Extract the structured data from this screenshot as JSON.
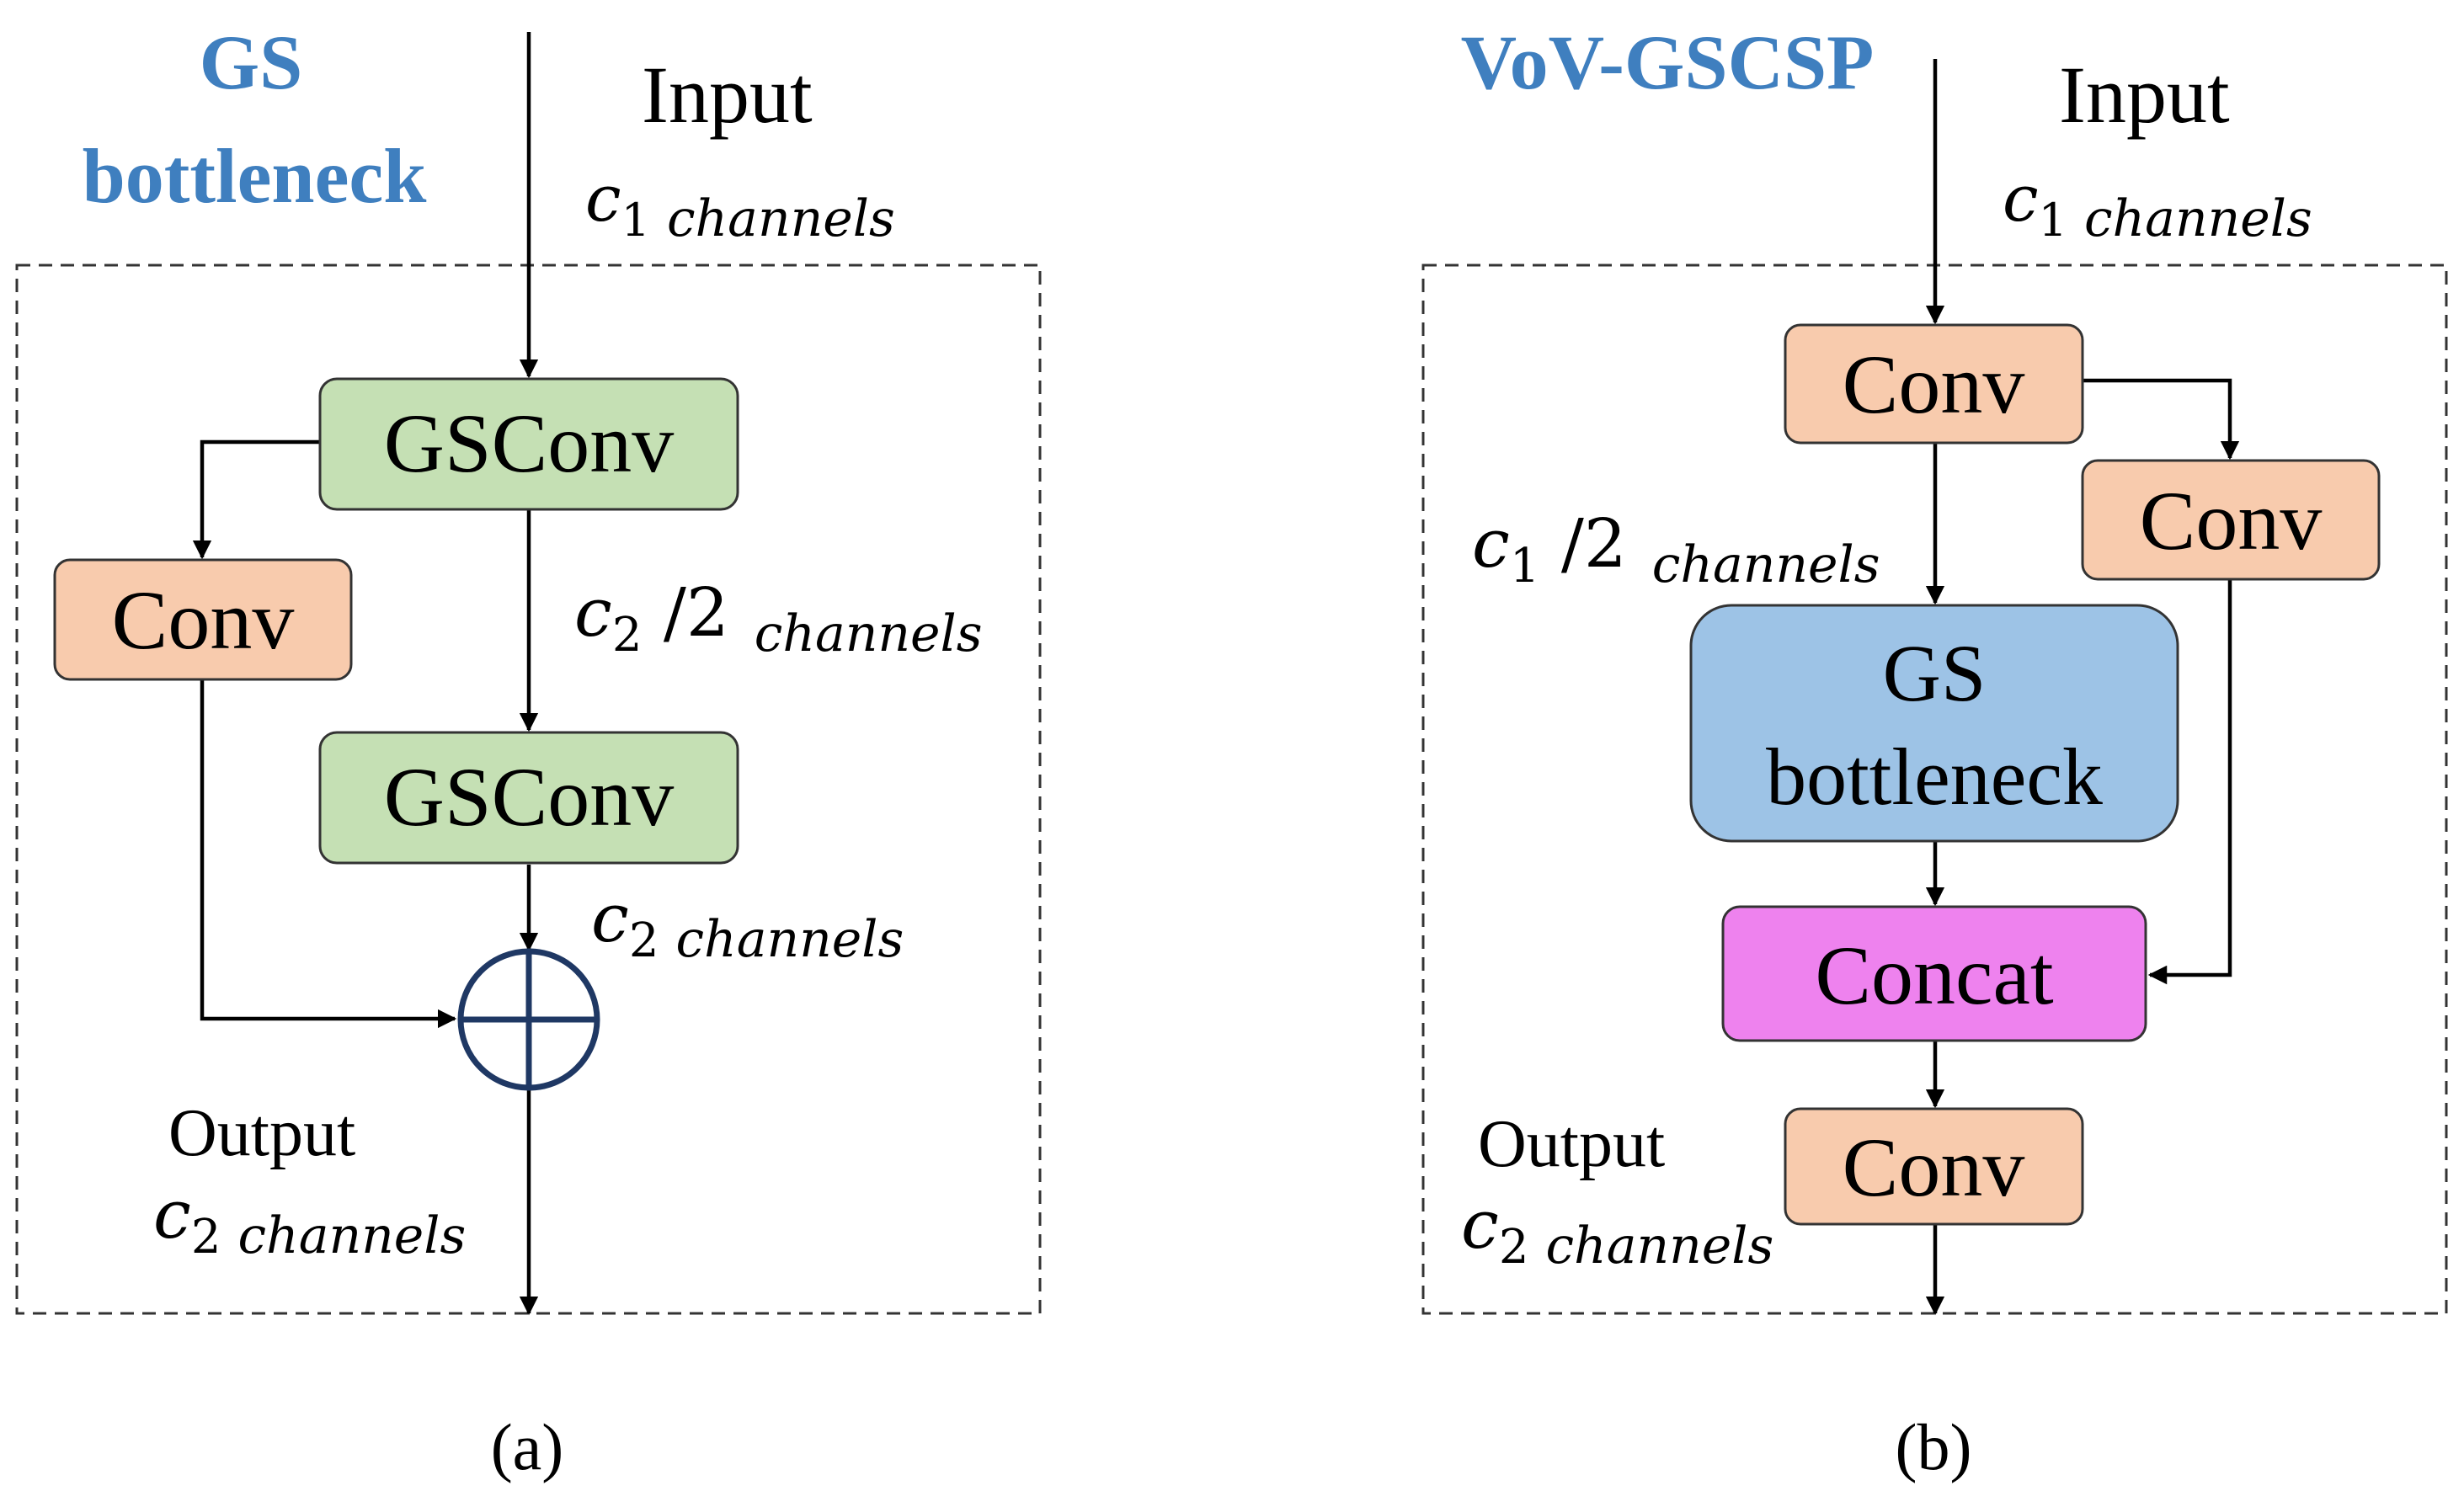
{
  "panel_a": {
    "title_line1": "GS",
    "title_line2": "bottleneck",
    "input_label": "Input",
    "input_channels": {
      "var": "c",
      "sub": "1",
      "unit": "channels"
    },
    "gsconv_top": "GSConv",
    "gsconv_bottom": "GSConv",
    "conv": "Conv",
    "mid_channels": {
      "var": "c",
      "sub": "2",
      "div": " /2",
      "unit": "channels"
    },
    "sum_channels": {
      "var": "c",
      "sub": "2",
      "unit": "channels"
    },
    "output_label": "Output",
    "output_channels": {
      "var": "c",
      "sub": "2",
      "unit": "channels"
    },
    "caption": "(a)"
  },
  "panel_b": {
    "title": "VoV-GSCSP",
    "input_label": "Input",
    "input_channels": {
      "var": "c",
      "sub": "1",
      "unit": "channels"
    },
    "conv_top": "Conv",
    "conv_side": "Conv",
    "mid_channels": {
      "var": "c",
      "sub": "1",
      "div": " /2",
      "unit": "channels"
    },
    "gs_line1": "GS",
    "gs_line2": "bottleneck",
    "concat": "Concat",
    "conv_out": "Conv",
    "output_label": "Output",
    "output_channels": {
      "var": "c",
      "sub": "2",
      "unit": "channels"
    },
    "caption": "(b)"
  },
  "colors": {
    "title_blue": "#3f7fbf",
    "gsconv_fill": "#c5e0b4",
    "conv_fill": "#f8cbad",
    "gs_bottleneck_fill": "#9dc3e6",
    "concat_fill": "#ee82ee",
    "sum_node": "#1f3864"
  }
}
